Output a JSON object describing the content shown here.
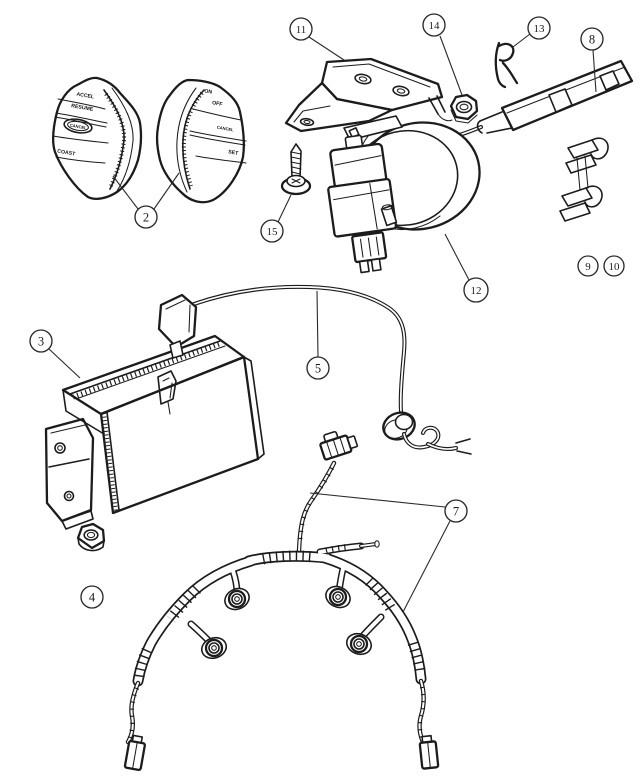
{
  "palette": {
    "background": "#ffffff",
    "ink": "#1c1c1c"
  },
  "callouts": {
    "c2": "2",
    "c3": "3",
    "c4": "4",
    "c5": "5",
    "c7": "7",
    "c8": "8",
    "c9": "9",
    "c10": "10",
    "c11": "11",
    "c12": "12",
    "c13": "13",
    "c14": "14",
    "c15": "15"
  },
  "switch_labels": {
    "left": {
      "top": "ACCEL",
      "second": "RESUME",
      "oval": "CANCEL",
      "bottom": "COAST"
    },
    "right": {
      "top": "ON",
      "second": "OFF",
      "third": "CANCEL",
      "bottom": "SET"
    }
  }
}
